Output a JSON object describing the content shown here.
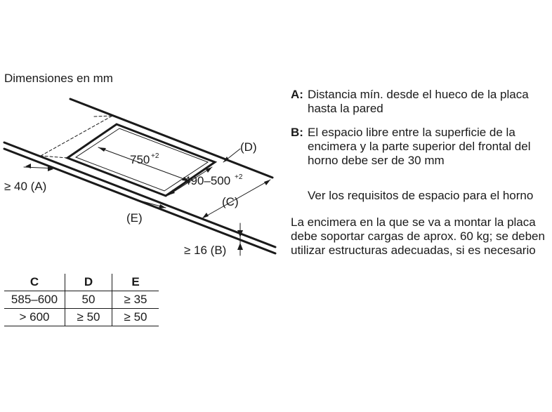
{
  "title": "Dimensiones en mm",
  "labels": {
    "width": "750",
    "width_tol": "+2",
    "depth": "490–500",
    "depth_tol": "+2",
    "a": "≥ 40 (A)",
    "b": "≥ 16 (B)",
    "c": "(C)",
    "d": "(D)",
    "e": "(E)"
  },
  "table": {
    "headers": [
      "C",
      "D",
      "E"
    ],
    "rows": [
      [
        "585–600",
        "50",
        "≥ 35"
      ],
      [
        "> 600",
        "≥ 50",
        "≥ 50"
      ]
    ]
  },
  "notes": {
    "a_key": "A:",
    "a_text": "Distancia mín. desde el hueco de la placa hasta la pared",
    "b_key": "B:",
    "b_text": "El espacio libre entre la superficie de la encimera y la parte superior del frontal del horno debe ser de 30 mm",
    "see": "Ver los requisitos de espacio para el horno",
    "load": "La encimera en la que se va a montar la placa debe soportar cargas de aprox. 60 kg; se deben utilizar estructuras adecuadas, si es necesario"
  }
}
